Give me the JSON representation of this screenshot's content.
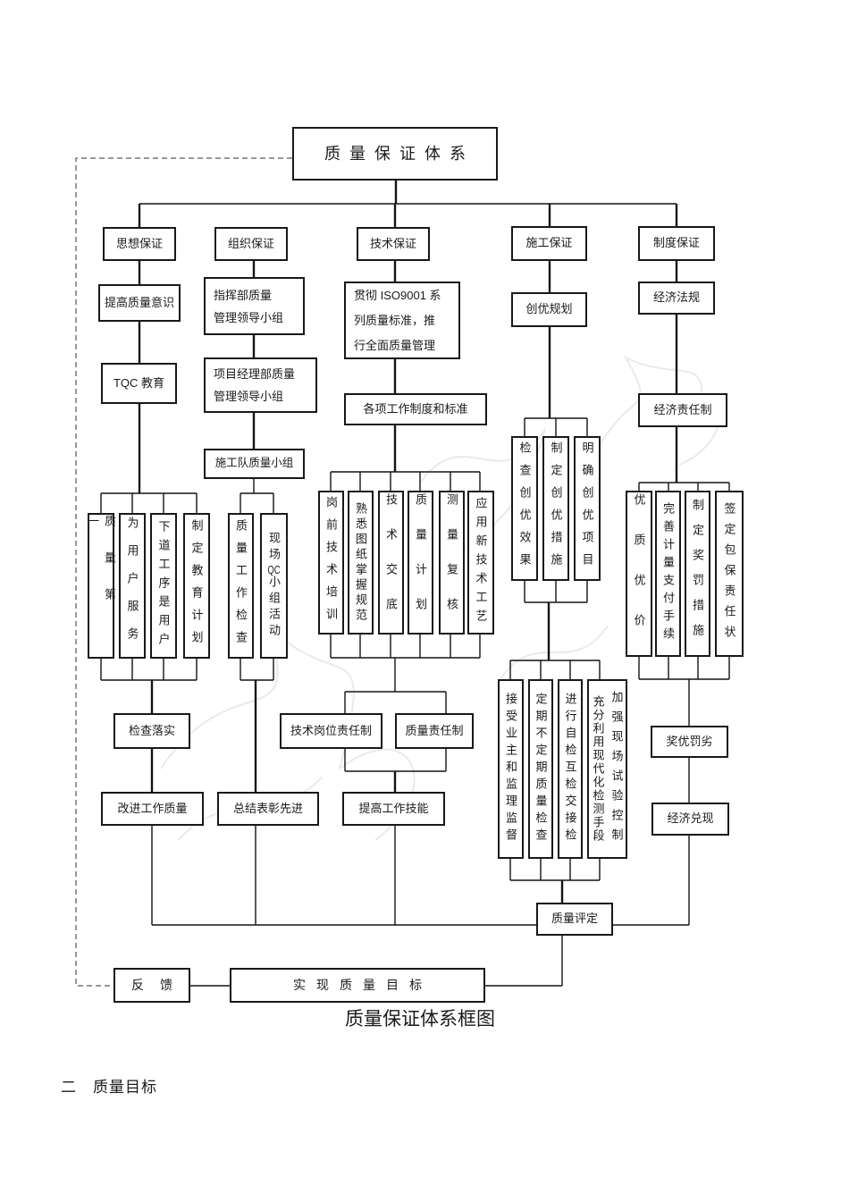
{
  "boxes": {
    "root": "质量保证体系",
    "sixiang": "思想保证",
    "zuzhi": "组织保证",
    "jishu": "技术保证",
    "shigong": "施工保证",
    "zhidu": "制度保证",
    "tigao_yishi": "提高质量意识",
    "tqc_jiaoyu": "TQC 教育",
    "zhihuibu": "指挥部质量\n管理领导小组",
    "xiangmu_jinglibu": "项目经理部质量\n管理领导小组",
    "shigongdui": "施工队质量小组",
    "guanche_iso": "贯彻 ISO9001 系\n列质量标准，推\n行全面质量管理",
    "gexiang_zhidu": "各项工作制度和标准",
    "chuangyou_guihua": "创优规划",
    "jingji_fagui": "经济法规",
    "jingji_zerenzhi": "经济责任制",
    "jiancha_luoshi": "检查落实",
    "jishu_gangwei_zerenzhi": "技术岗位责任制",
    "zhiliang_zerenzhi": "质量责任制",
    "gaijin_gongzuo": "改进工作质量",
    "zongjie_biaozhang": "总结表彰先进",
    "tigao_jineng": "提高工作技能",
    "jiangyou_falie": "奖优罚劣",
    "jingji_duixian": "经济兑现",
    "zhiliang_pingding": "质量评定",
    "fankui": "反馈",
    "shixian_mubiao": "实现质量目标"
  },
  "vboxes": {
    "zhiliang_diyi": "质量第一",
    "wei_yonghu_fuwu": "为用户服务",
    "xiadao_gongxu": "下道工序是用户",
    "zhiding_jiaoyu_jihua": "制定教育计划",
    "zhiliang_gongzuo_jiancha": "质量工作检查",
    "gangqian_peixun": "岗前技术培训",
    "shuxi_tuzhi": "熟悉图纸掌握规范",
    "jishu_jiaodi": "技术交底",
    "zhiliang_jihua": "质量计划",
    "celiang_fuhe": "测量复核",
    "yingyong_xinjishu": "应用新技术工艺",
    "jiancha_chuangyou_xiaoguo": "检查创优效果",
    "zhiding_chuangyou_cuoshi": "制定创优措施",
    "mingque_chuangyou_xiangmu": "明确创优项目",
    "jieshou_yezhu_jianli": "接受业主和监理监督",
    "dingqi_budingqi_jiancha": "定期不定期质量检查",
    "zijian_hujian_jiaojiejian": "进行自检互检交接检",
    "youzhi_youjia": "优质优价",
    "wanshan_jiliang_zhifu": "完善计量支付手续",
    "zhiding_jiangfa_cuoshi": "制定奖罚措施",
    "qianding_baobao_zerenzhuang": "签定包保责任状"
  },
  "vparts": {
    "xianchang_qc": [
      "现场",
      "QC",
      "小组活动"
    ],
    "shiyan_jiance": [
      "加强现场试验控制",
      "充分利用现代化检测手段"
    ]
  },
  "captions": {
    "diagram_caption": "质量保证体系框图",
    "section_heading": "二　质量目标"
  }
}
